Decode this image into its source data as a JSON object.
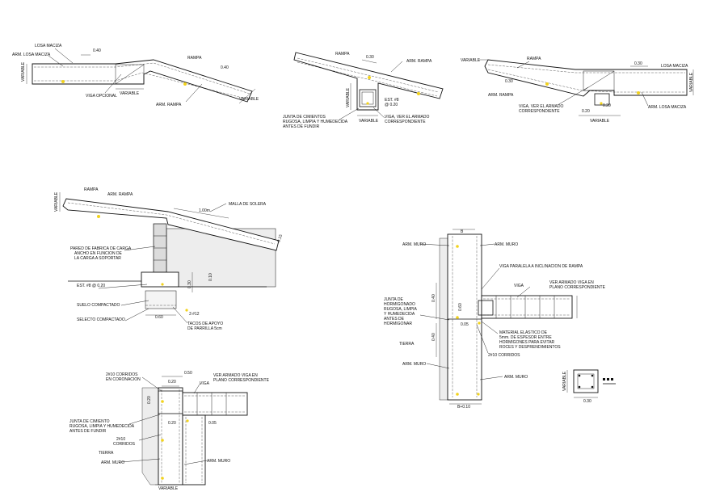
{
  "colors": {
    "line": "#111111",
    "accent": "#f2d21b",
    "background": "#ffffff"
  },
  "labels": {
    "d1_losa": "LOSA MACIZA",
    "d1_arm_losa": "ARM. LOSA MACIZA",
    "d1_dim1": "0.40",
    "d1_dim2": "0.40",
    "d1_rampa": "RAMPA",
    "d1_variable_left": "VARIABLE",
    "d1_viga": "VIGA  OPCIONAL",
    "d1_variable_bottom": "VARIABLE",
    "d1_variable_right": "VARIABLE",
    "d1_arm_rampa": "ARM. RAMPA",
    "d2_rampa": "RAMPA",
    "d2_dim": "0.30",
    "d2_arm_rampa": "ARM. RAMPA",
    "d2_variable_side": "VARIABLE",
    "d2_est": "EST. #8",
    "d2_est2": "@ 0.20",
    "d2_variable_bottom": "VARIABLE",
    "d2_junta1": "JUNTA DE CIMIENTOS",
    "d2_junta2": "RUGOSA, LIMPIA Y HUMEDECIDA",
    "d2_junta3": "ANTES DE FUNDIR",
    "d2_viga1": "VIGA, VER EL ARMADO",
    "d2_viga2": "CORRESPONDIENTE",
    "d3_variable": "VARIABLE",
    "d3_rampa": "RAMPA",
    "d3_arm_rampa": "ARM. RAMPA",
    "d3_dim_slab": "0.30",
    "d3_losa": "LOSA MACIZA",
    "d3_dim_ramp": "0.30",
    "d3_variable_right": "VARIABLE",
    "d3_viga1": "VIGA, VER EL ARMADO",
    "d3_viga2": "CORRESPONDIENTE",
    "d3_dim_beam": "0.20",
    "d3_dim_beam2": "0.20",
    "d3_arm_losa": "ARM. LOSA MACIZA",
    "d3_variable_bottom": "VARIABLE",
    "d4_rampa": "RAMPA",
    "d4_arm_rampa": "ARM. RAMPA",
    "d4_variable": "VARIABLE",
    "d4_dim": "1.00m",
    "d4_malla": "MALLA DE SOLERA",
    "d4_pared1": "PARED DE FABRICA DE CARGA",
    "d4_pared2": "ANCHO EN FUNCION DE",
    "d4_pared3": "LA CARGA A SOPORTAR",
    "d4_est": "EST. #8 @ 0.20",
    "d4_suelo": "SUELO COMPACTADO",
    "d4_selecto": "SELECTO COMPACTADO",
    "d4_dim_060": "0.60",
    "d4_bar": "3 #12",
    "d4_tacos1": "TACOS DE APOYO",
    "d4_tacos2": "DE PARRILLA 5cm",
    "d4_dim_030": "0.30",
    "d4_dim_010": "0.10",
    "d4_slope": "0.15",
    "d5_b": "B",
    "d5_arm_muro_l": "ARM. MURO",
    "d5_arm_muro_r": "ARM. MURO",
    "d5_viga_paralela": "VIGA PARALELA A INCLINACION DE RAMPA",
    "d5_viga": "VIGA",
    "d5_ver1": "VER ARMADO VIGA EN",
    "d5_ver2": "PLANO CORRESPONDIENTE",
    "d5_junta1": "JUNTA DE",
    "d5_junta2": "HORMIGONADO",
    "d5_junta3": "RUGOSA, LIMPIA",
    "d5_junta4": "Y HUMEDECIDA",
    "d5_junta5": "ANTES DE",
    "d5_junta6": "HORMIGONAR",
    "d5_tierra": "TIERRA",
    "d5_material1": "MATERIAL ELASTICO DE",
    "d5_material2": "5mm. DE ESPESOR ENTRE",
    "d5_material3": "HORMIGONES PARA EVITAR",
    "d5_material4": "ROCES Y DESPRENDIMIENTOS",
    "d5_corridos": "2#10 CORRIDOS",
    "d5_arm_muro_bl": "ARM. MURO",
    "d5_arm_muro_br": "ARM. MURO",
    "d5_dim_bottom": "B+0.10",
    "d5_v1": "0.40",
    "d5_v2": "0.60",
    "d5_v3": "0.40",
    "d5_v4": "0.05",
    "d6_variable": "VARIABLE",
    "d6_dim": "0.30",
    "d7_corridos1": "2#10 CORRIDOS",
    "d7_corridos2": "EN CORONACION",
    "d7_dim_050": "0.50",
    "d7_dim_020": "0.20",
    "d7_viga": "VIGA",
    "d7_ver1": "VER ARMADO VIGA EN",
    "d7_ver2": "PLANO CORRESPONDIENTE",
    "d7_junta1": "JUNTA DE CIMIENTO",
    "d7_junta2": "RUGOSA, LIMPIA Y HUMEDECIDA",
    "d7_junta3": "ANTES DE FUNDIR",
    "d7_corr1": "2#10",
    "d7_corr2": "CORRIDOS",
    "d7_dim_020b": "0.20",
    "d7_dim_005": "0.05",
    "d7_dim_020c": "0.20",
    "d7_tierra": "TIERRA",
    "d7_arm_muro_l": "ARM. MURO",
    "d7_arm_muro_r": "ARM. MURO",
    "d7_variable": "VARIABLE"
  }
}
